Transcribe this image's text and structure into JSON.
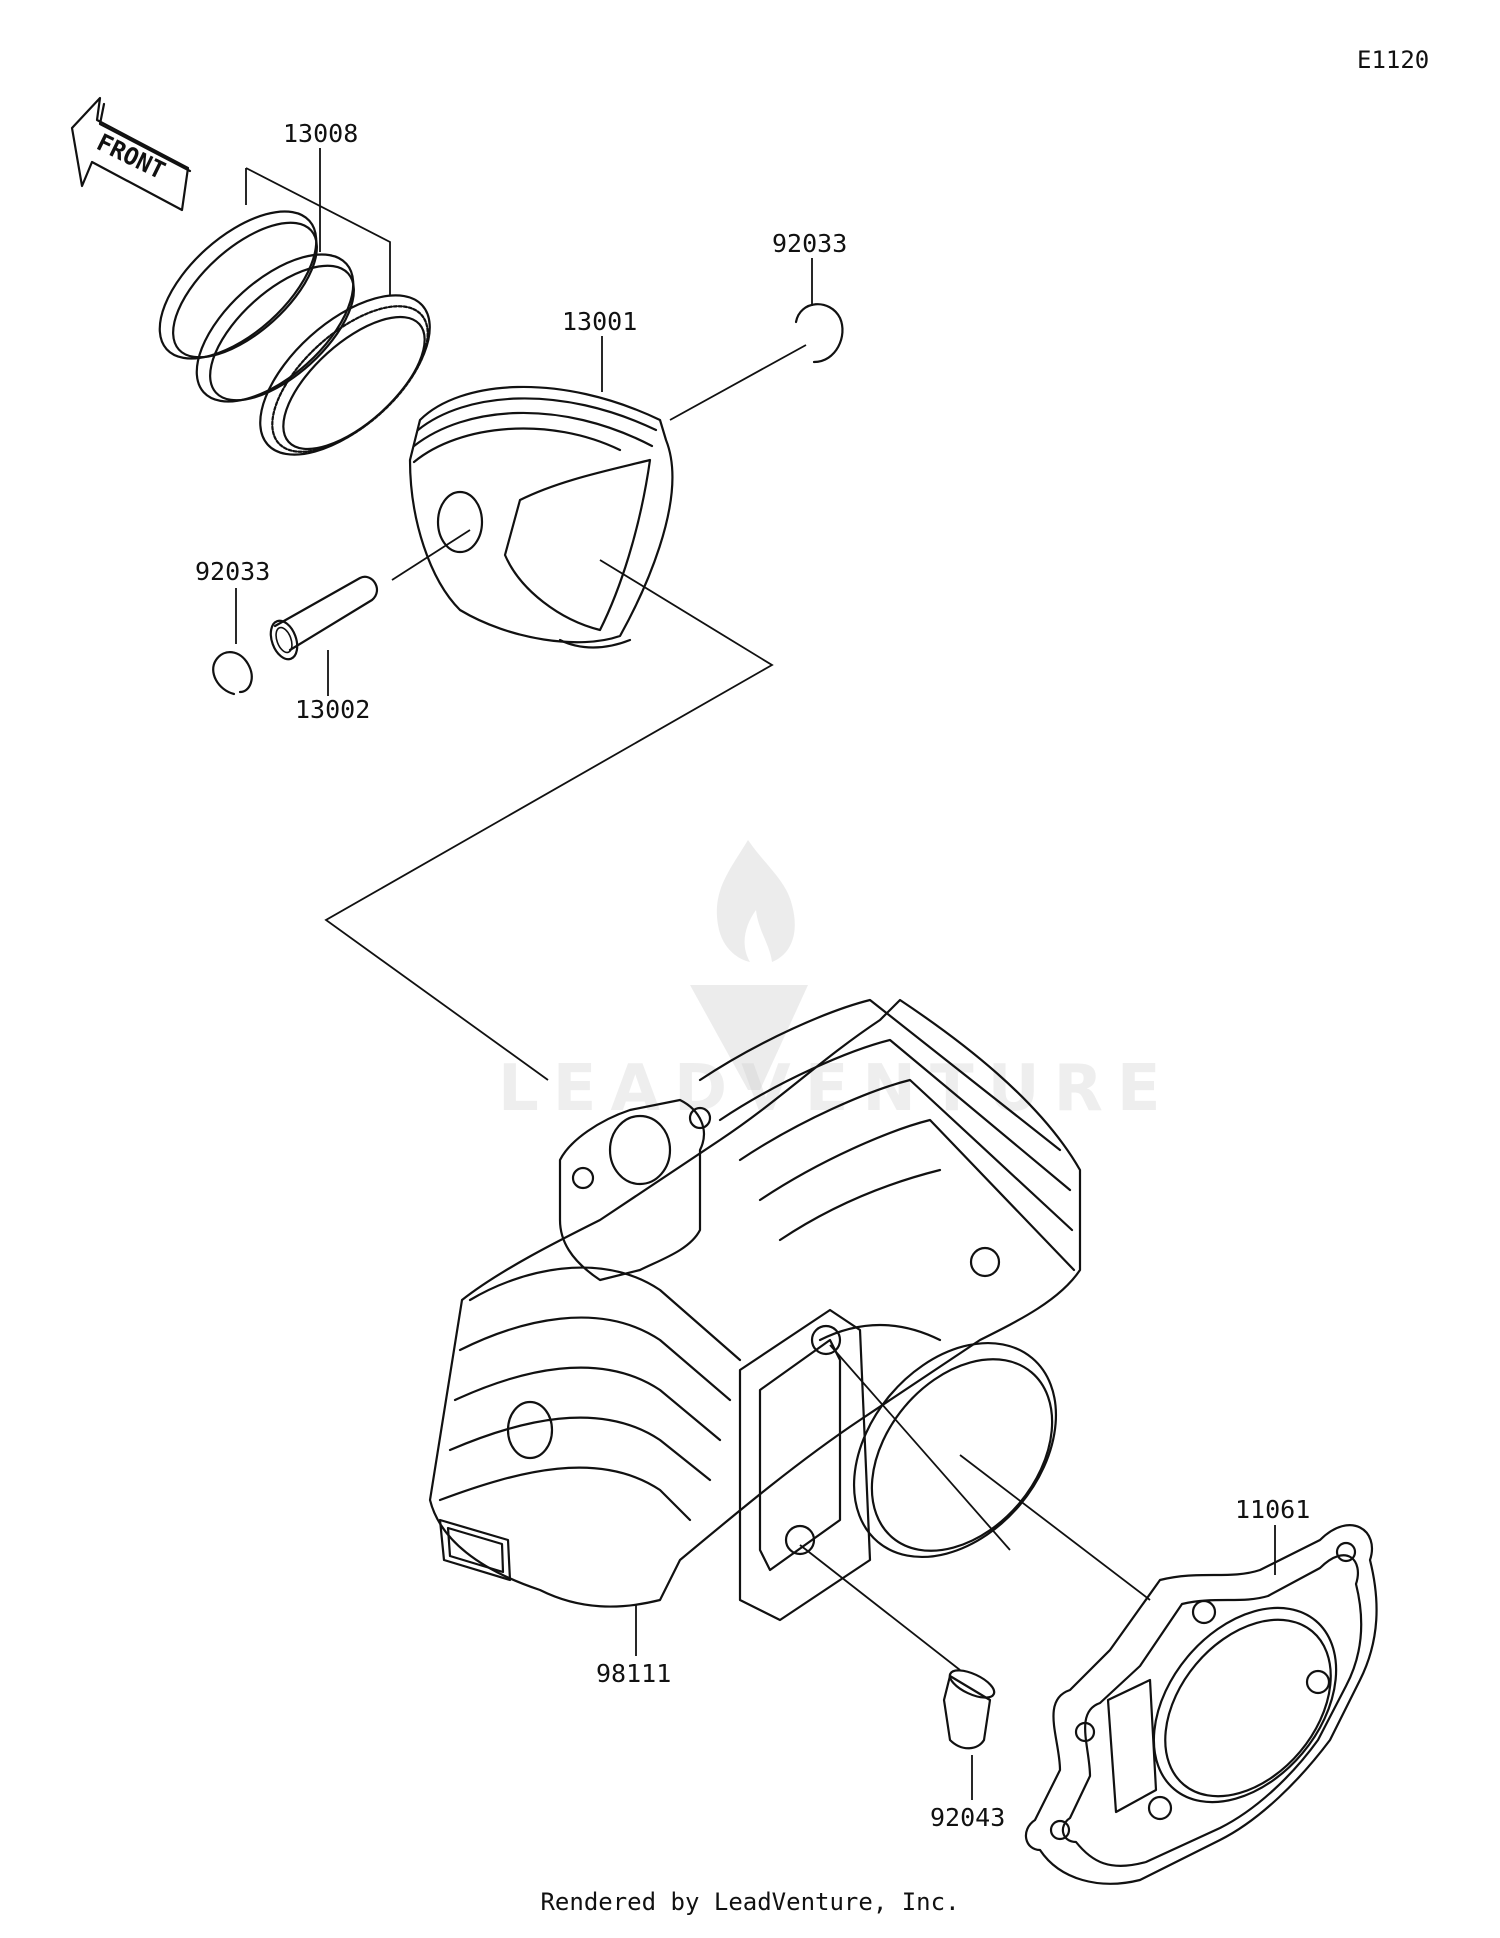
{
  "diagram_code": "E1120",
  "front_label": "FRONT",
  "parts": {
    "piston_rings": "13008",
    "piston": "13001",
    "circlip_right": "92033",
    "circlip_left": "92033",
    "piston_pin": "13002",
    "cylinder": "98111",
    "gasket": "11061",
    "dowel_pin": "92043"
  },
  "watermark": "LEADVENTURE",
  "footer": "Rendered by LeadVenture, Inc.",
  "colors": {
    "line": "#111111",
    "background": "#ffffff",
    "watermark": "#c9c9c9"
  }
}
